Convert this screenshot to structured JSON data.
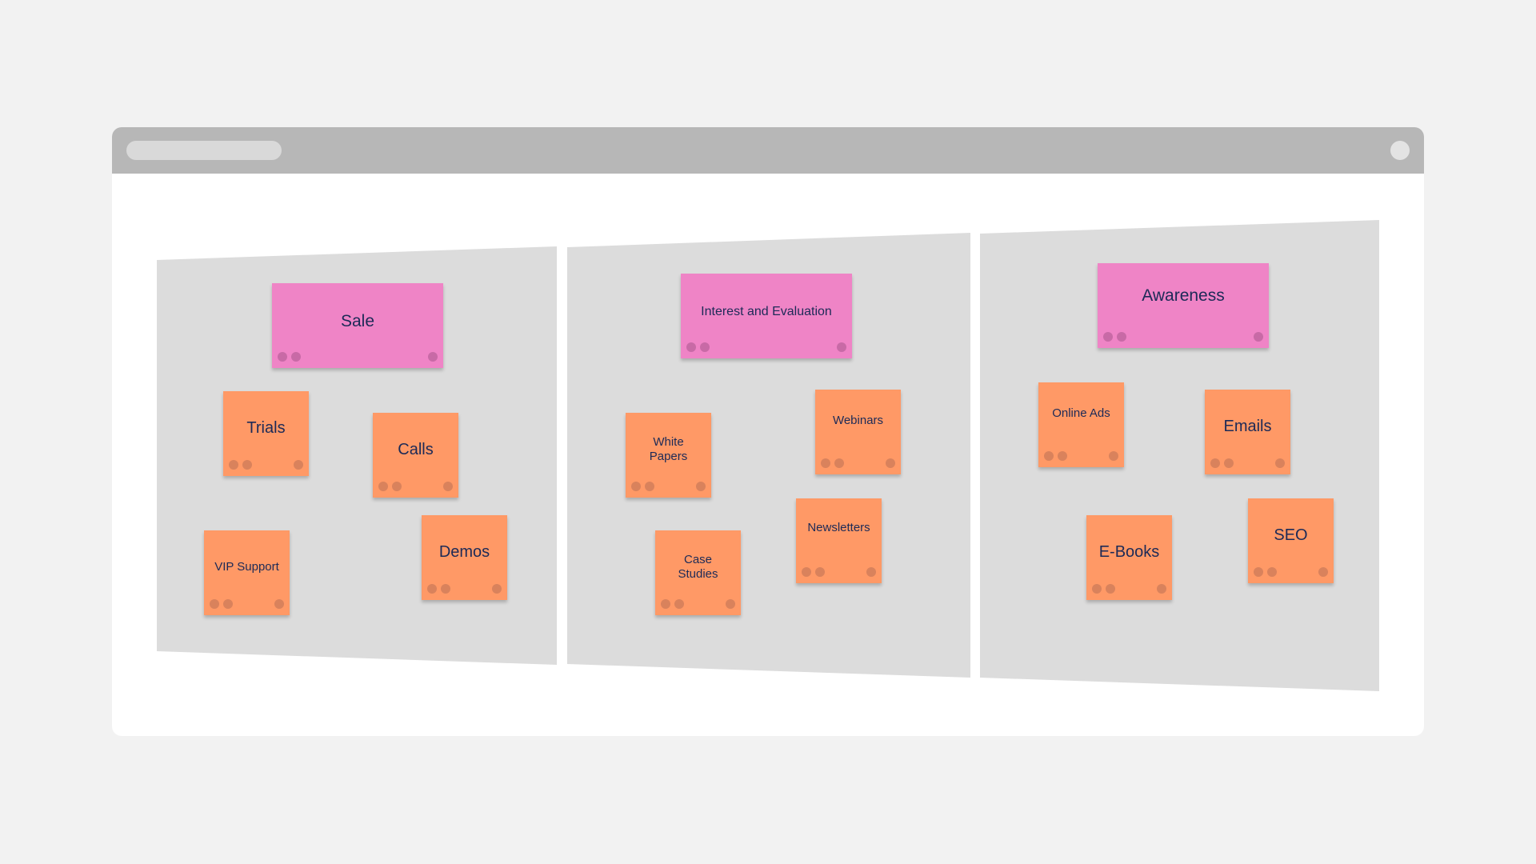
{
  "board": {
    "columns": [
      {
        "header": "Sale",
        "notes": [
          "Trials",
          "Calls",
          "VIP Support",
          "Demos"
        ]
      },
      {
        "header": "Interest and Evaluation",
        "notes": [
          "White Papers",
          "Webinars",
          "Case Studies",
          "Newsletters"
        ]
      },
      {
        "header": "Awareness",
        "notes": [
          "Online Ads",
          "Emails",
          "E-Books",
          "SEO"
        ]
      }
    ]
  },
  "colors": {
    "page_background": "#f2f2f2",
    "titlebar": "#b7b7b7",
    "panel": "#dcdcdc",
    "header_note": "#ef84c6",
    "item_note": "#ff9966",
    "note_text": "#1c2a57"
  }
}
